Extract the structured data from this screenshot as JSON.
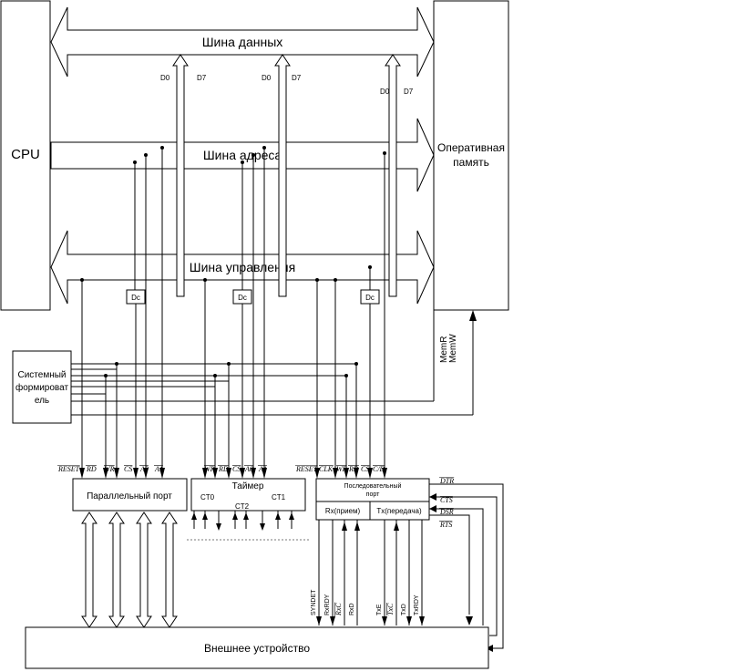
{
  "blocks": {
    "cpu": "CPU",
    "ram_line1": "Оперативная",
    "ram_line2": "память",
    "sysgen_line1": "Системный",
    "sysgen_line2": "формироват",
    "sysgen_line3": "ель",
    "parallel_port": "Параллельный порт",
    "timer": "Таймер",
    "serial_port_line1": "Последовательный",
    "serial_port_line2": "порт",
    "rx": "Rx(прием)",
    "tx": "Tx(передача)",
    "external_device": "Внешнее устройство",
    "dc": "Dc"
  },
  "buses": {
    "data": "Шина данных",
    "address": "Шина адреса",
    "control": "Шина управления"
  },
  "data_bits": {
    "d0": "D0",
    "d7": "D7"
  },
  "memory_signals": {
    "mem_r": "MemR",
    "mem_w": "MemW"
  },
  "parallel_pins": [
    "RESET",
    "RD",
    "WR",
    "CS",
    "A0",
    "A1"
  ],
  "timer_pins": [
    "WR",
    "RD",
    "CS",
    "A0",
    "A1"
  ],
  "timer_channels": {
    "ct0": "CT0",
    "ct1": "CT1",
    "ct2": "CT2"
  },
  "serial_pins": [
    "RESET",
    "CLK",
    "WR",
    "RD",
    "CS",
    "C/D"
  ],
  "modem_signals": [
    "DTR",
    "CTS",
    "DSR",
    "RTS"
  ],
  "serial_vertical_signals": [
    "SYNDET",
    "RxRDY",
    "RxC",
    "RxD",
    "TxE",
    "TxC",
    "TxD",
    "TxRDY"
  ]
}
